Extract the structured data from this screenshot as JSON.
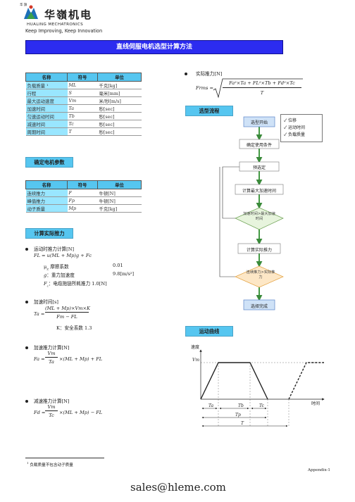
{
  "header": {
    "logo_small": "华 旗",
    "company_cn": "华嶺机电",
    "company_en": "HUALING MECHATRONICS",
    "tagline": "Keep Improving, Keep Innovation",
    "colors": {
      "title_bar": "#2c2cf0",
      "header_cell": "#56c6f0",
      "name_cell": "#99e6ff"
    }
  },
  "title": "直线伺服电机选型计算方法",
  "param_table": {
    "headers": [
      "名称",
      "符号",
      "单位"
    ],
    "rows": [
      {
        "name": "负载质量 ¹",
        "symbol": "ML",
        "unit": "千克[kg]"
      },
      {
        "name": "行程",
        "symbol": "S",
        "unit": "毫米[mm]"
      },
      {
        "name": "最大运动速度",
        "symbol": "Vm",
        "unit": "米/秒[m/s]"
      },
      {
        "name": "加速时间",
        "symbol": "Ta",
        "unit": "秒[sec]"
      },
      {
        "name": "匀速运动时间",
        "symbol": "Tb",
        "unit": "秒[sec]"
      },
      {
        "name": "减速时间",
        "symbol": "Tc",
        "unit": "秒[sec]"
      },
      {
        "name": "周期时间",
        "symbol": "T",
        "unit": "秒[sec]"
      }
    ]
  },
  "motor_section": {
    "heading": "确定电机参数",
    "headers": [
      "名称",
      "符号",
      "单位"
    ],
    "rows": [
      {
        "name": "连续推力",
        "symbol": "F",
        "unit": "牛顿[N]"
      },
      {
        "name": "峰值推力",
        "symbol": "Fp",
        "unit": "牛顿[N]"
      },
      {
        "name": "动子质量",
        "symbol": "Mp",
        "unit": "千克[kg]"
      }
    ]
  },
  "thrust_section": {
    "heading": "计算实际推力",
    "items": [
      {
        "label": "运动时推力计算[N]",
        "formula": "FL = u(ML + Mp)g + Fc"
      },
      {
        "label": "加速时间[s]",
        "formula_num": "(ML + Mp)×Vm×K",
        "formula_den": "Fm − FL",
        "lhs": "Ta ="
      },
      {
        "label": "加速推力计算[N]",
        "lhs": "Fa =",
        "frac_num": "Vm",
        "frac_den": "Ta",
        "rest": "×(ML + Mp) + FL"
      },
      {
        "label": "减速推力计算[N]",
        "lhs": "Fd =",
        "frac_num": "Vm",
        "frac_den": "Tc",
        "rest": "×(ML + Mp) − FL"
      }
    ],
    "notes": [
      {
        "sym": "μ",
        "sub": "Z",
        "text": "摩擦系数",
        "value": "0.01"
      },
      {
        "sym": "g",
        "sub": "",
        "text": "：重力加速度",
        "value": "9.8[m/s²]"
      },
      {
        "sym": "F",
        "sub": "c",
        "text": "：电缆拖链所耗推力 1.0[N]",
        "value": ""
      }
    ],
    "k_note": "K：安全系数 1.3"
  },
  "rms": {
    "label": "实际推力[N]",
    "lhs": "Frms =",
    "radicand_num": "Fa²×Ta + FL²×Tb + Fd²×Tc",
    "radicand_den": "T"
  },
  "flow": {
    "heading": "选型流程",
    "steps": [
      "选型开始",
      "确定使用条件",
      "预选定",
      "计算最大加速时间",
      "加速时间>最大加速时间",
      "计算实际推力",
      "连续推力>实际推力",
      "选择完成"
    ],
    "checklist": [
      "位移",
      "运动时间",
      "负载质量"
    ]
  },
  "motion_curve": {
    "heading": "运动曲线",
    "y_label": "速度",
    "x_label": "时间",
    "vm_label": "Vm",
    "segments": [
      "Ta",
      "Tb",
      "Tc"
    ],
    "tp_label": "Tp",
    "t_label": "T"
  },
  "footnote": "负载质量不包含动子质量",
  "footnote_mark": "1",
  "page_label": "Appendix-1",
  "email": "sales@hleme.com"
}
